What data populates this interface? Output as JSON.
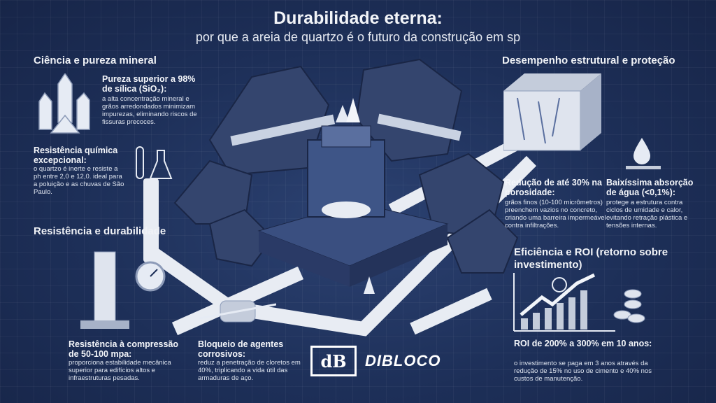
{
  "header": {
    "title": "Durabilidade eterna:",
    "subtitle": "por que a areia de quartzo é o futuro da construção em sp"
  },
  "sections": {
    "ciencia": {
      "title": "Ciência e pureza mineral",
      "items": [
        {
          "title": "Pureza superior a 98% de sílica (SiO₂):",
          "body": "a alta concentração mineral e grãos arredondados minimizam impurezas, eliminando riscos de fissuras precoces."
        },
        {
          "title": "Resistência química excepcional:",
          "body": "o quartzo é inerte e resiste a ph entre 2,0 e 12,0. ideal para a poluição e as chuvas de São Paulo."
        }
      ]
    },
    "desempenho": {
      "title": "Desempenho estrutural e proteção",
      "items": [
        {
          "title": "Redução de até 30% na porosidade:",
          "body": "grãos finos (10-100 micrômetros) preenchem vazios no concreto, criando uma barreira impermeável contra infiltrações."
        },
        {
          "title": "Baixíssima absorção de água (<0,1%):",
          "body": "protege a estrutura contra ciclos de umidade e calor, evitando retração plástica e tensões internas."
        }
      ]
    },
    "resistencia": {
      "title": "Resistência e durabilidade",
      "items": [
        {
          "title": "Resistência à compressão de 50-100 mpa:",
          "body": "proporciona estabilidade mecânica superior para edifícios altos e infraestruturas pesadas."
        },
        {
          "title": "Bloqueio de agentes corrosivos:",
          "body": "reduz a penetração de cloretos em 40%, triplicando a vida útil das armaduras de aço."
        }
      ]
    },
    "eficiencia": {
      "title": "Eficiência e ROI (retorno sobre investimento)",
      "items": [
        {
          "title": "ROI de 200% a 300% em 10 anos:",
          "body": "o investimento se paga em 3 anos através da redução de 15% no uso de cimento e 40% nos custos de manutenção."
        }
      ]
    }
  },
  "logo": {
    "mark": "dB",
    "name": "DIBLOCO"
  },
  "colors": {
    "background": "#1d2f58",
    "road": "#e8ecf3",
    "rock": "#34456e"
  }
}
